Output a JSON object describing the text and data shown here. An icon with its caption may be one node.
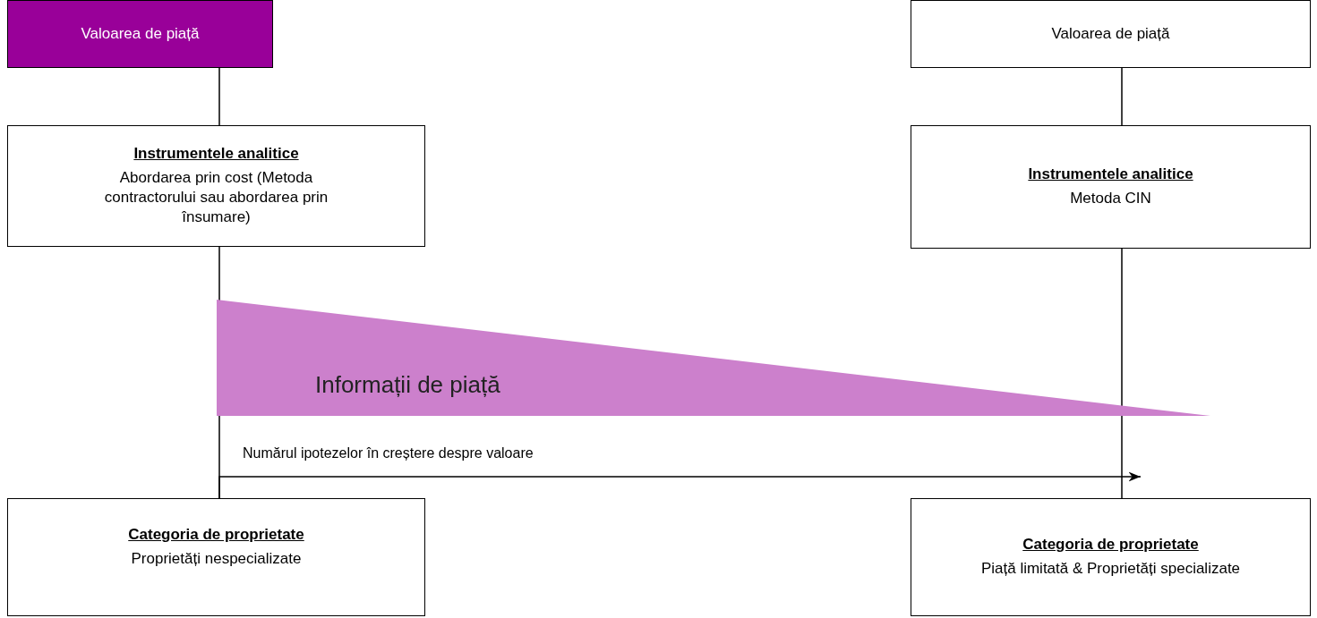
{
  "diagram": {
    "nodes": [
      {
        "text": [
          "Valoarea de piață"
        ]
      },
      {
        "text": [
          "Instrumentele analitice",
          "Abordarea prin cost (Metoda contractorului sau abordarea prin însumare)"
        ]
      },
      {
        "text": [
          "Categoria de proprietate",
          "Proprietăți nespecializate"
        ]
      },
      {
        "text": [
          "Valoarea de piață"
        ]
      },
      {
        "text": [
          "Instrumentele analitice",
          "Metoda CIN"
        ]
      },
      {
        "text": [
          "Categoria de proprietate",
          "Piață limitată & Proprietăți specializate"
        ]
      },
      {
        "text": [
          "Informații de piață"
        ]
      }
    ],
    "edges": [
      {
        "from": 0,
        "to": 1,
        "arrow": "none"
      },
      {
        "from": 1,
        "to": 2,
        "arrow": "none"
      },
      {
        "from": 3,
        "to": 4,
        "arrow": "none"
      },
      {
        "from": 4,
        "to": 5,
        "arrow": "none"
      },
      {
        "from": 2,
        "to": 5,
        "arrow": "to",
        "label": "Numărul ipotezelor în creștere despre valoare"
      }
    ]
  }
}
